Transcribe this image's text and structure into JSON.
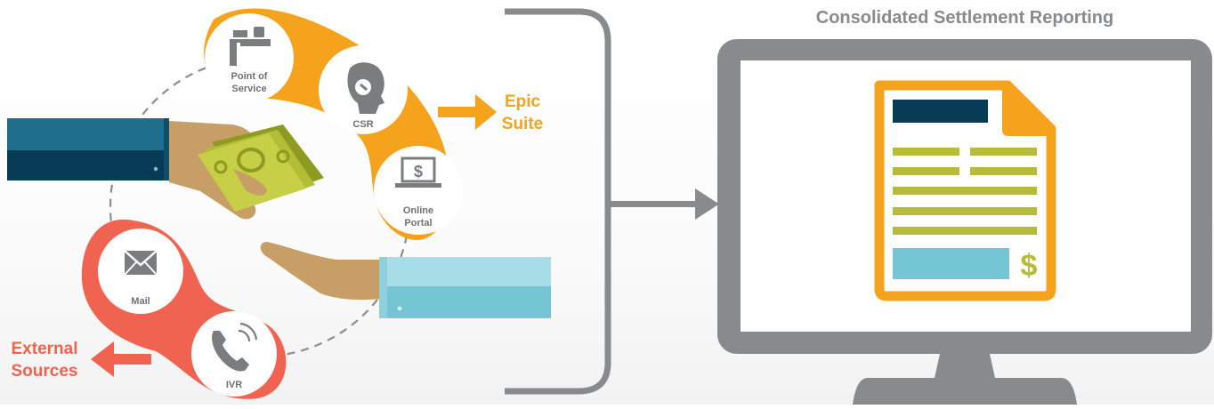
{
  "diagram": {
    "title": "Consolidated Settlement Reporting",
    "channels": {
      "point_of_service": [
        "Point of",
        "Service"
      ],
      "csr": "CSR",
      "online_portal": [
        "Online",
        "Portal"
      ],
      "mail": "Mail",
      "ivr": "IVR"
    },
    "groups": {
      "epic_suite": [
        "Epic",
        "Suite"
      ],
      "external_sources": [
        "External",
        "Sources"
      ]
    },
    "report": {
      "currency_symbol": "$"
    }
  },
  "colors": {
    "epic_orange": "#f5a31c",
    "external_red": "#ef6350",
    "gray": "#888a8c",
    "dark_navy": "#083b55",
    "teal": "#1f6e8c",
    "light_teal": "#74c6d4",
    "money_green": "#c1ca3e",
    "report_olive": "#b7bb3a",
    "skin": "#c89e67"
  },
  "icons": [
    "desk-icon",
    "headset-icon",
    "laptop-dollar-icon",
    "envelope-icon",
    "phone-icon",
    "money-icon",
    "monitor-icon",
    "document-icon"
  ]
}
